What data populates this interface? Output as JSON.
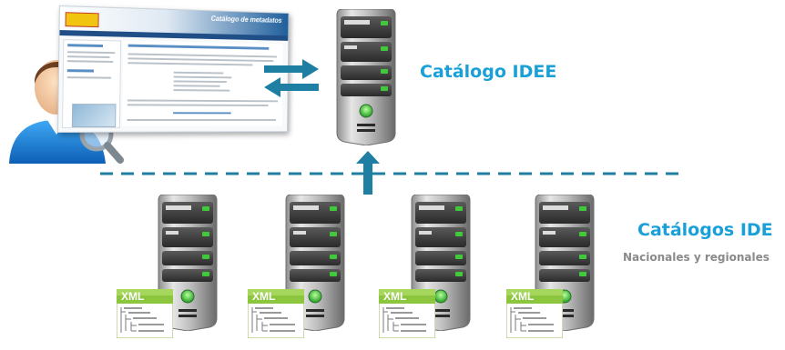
{
  "portal": {
    "title": "Catálogo de metadatos"
  },
  "labels": {
    "central": "Catálogo IDEE",
    "regional": "Catálogos IDE",
    "regional_sub": "Nacionales y regionales"
  },
  "xml_badge": "XML",
  "colors": {
    "accent": "#1aa0d8",
    "arrow": "#1f7fa3",
    "dashed": "#1f7fa3",
    "xml_green": "#8cc63f"
  }
}
